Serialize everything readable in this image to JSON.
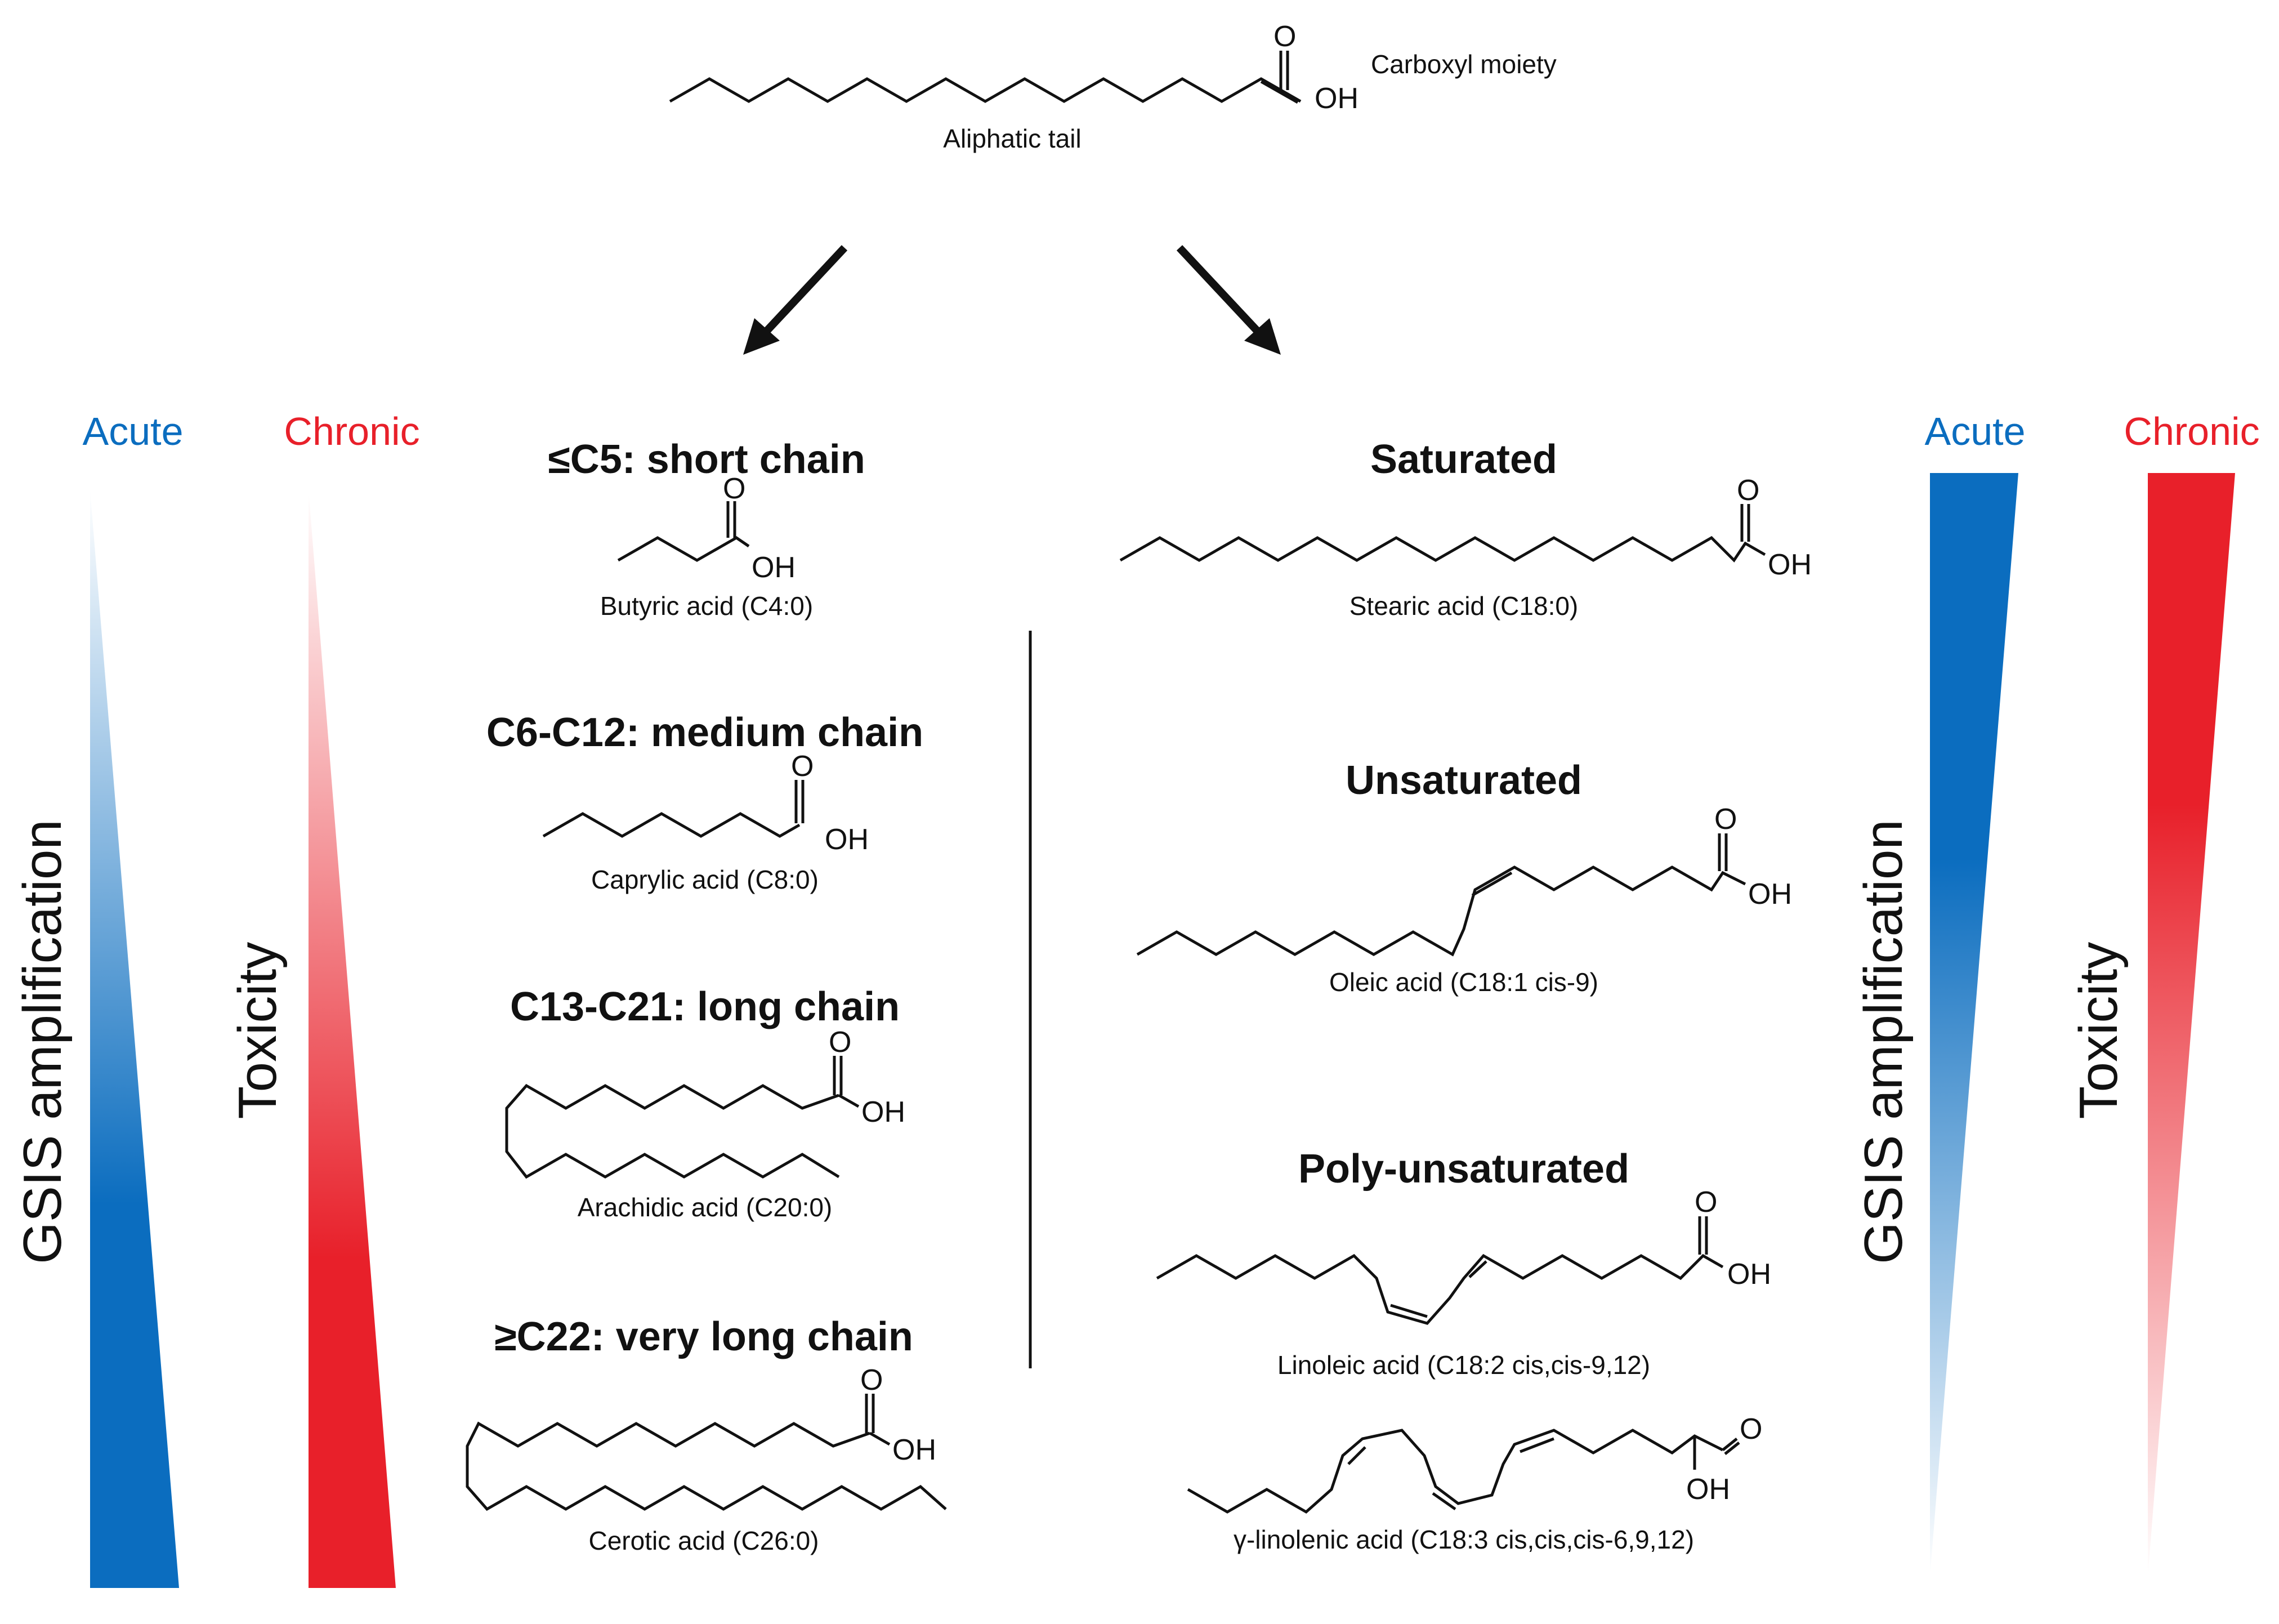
{
  "colors": {
    "acute": "#0b6dbf",
    "chronic": "#e8202a",
    "ink": "#111111"
  },
  "top_molecule": {
    "tail_label": "Aliphatic tail",
    "head_label": "Carboxyl moiety"
  },
  "atoms": {
    "o": "O",
    "oh": "OH"
  },
  "chain_length": {
    "short": {
      "heading": "≤C5: short chain",
      "molecule": "Butyric acid (C4:0)"
    },
    "medium": {
      "heading": "C6-C12: medium chain",
      "molecule": "Caprylic acid (C8:0)"
    },
    "long": {
      "heading": "C13-C21: long chain",
      "molecule": "Arachidic acid (C20:0)"
    },
    "very_long": {
      "heading": "≥C22: very long chain",
      "molecule": "Cerotic acid (C26:0)"
    }
  },
  "saturation": {
    "saturated": {
      "heading": "Saturated",
      "molecule": "Stearic acid (C18:0)"
    },
    "unsaturated": {
      "heading": "Unsaturated",
      "molecule": "Oleic acid (C18:1 cis-9)"
    },
    "poly": {
      "heading": "Poly-unsaturated",
      "molecule_1": "Linoleic acid (C18:2 cis,cis-9,12)",
      "molecule_2": "γ-linolenic acid (C18:3 cis,cis,cis-6,9,12)"
    }
  },
  "left_scale": {
    "acute_label": "Acute",
    "chronic_label": "Chronic",
    "acute_axis": "GSIS amplification",
    "chronic_axis": "Toxicity",
    "direction": "increasing with chain length"
  },
  "right_scale": {
    "acute_label": "Acute",
    "chronic_label": "Chronic",
    "acute_axis": "GSIS amplification",
    "chronic_axis": "Toxicity",
    "direction": "decreasing with unsaturation"
  }
}
